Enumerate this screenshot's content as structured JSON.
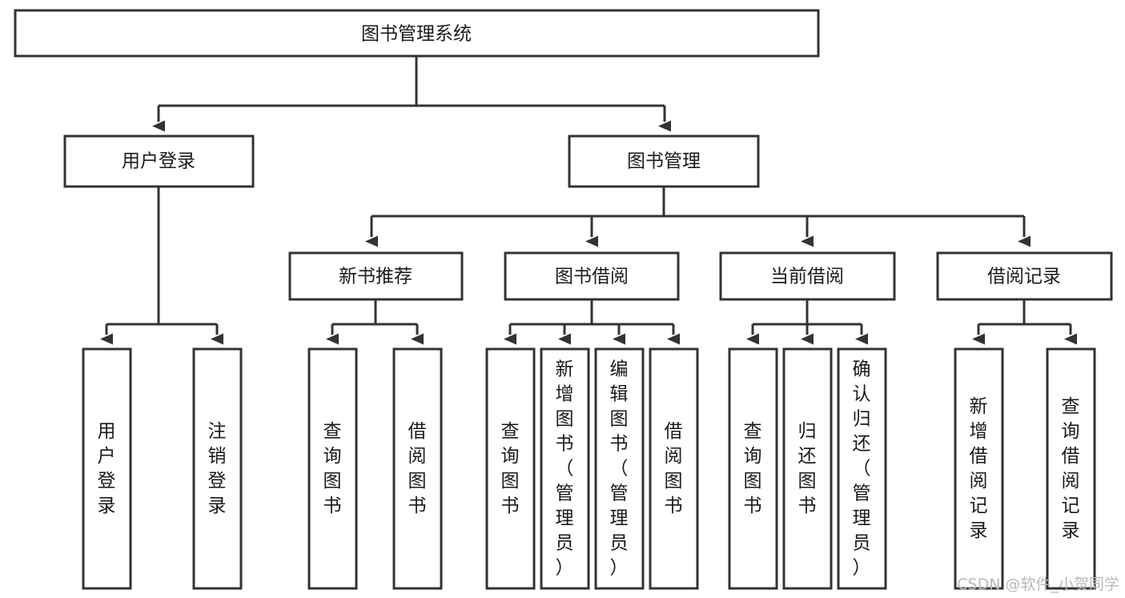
{
  "diagram": {
    "title": "图书管理系统",
    "type": "tree-hierarchy-chart",
    "orientation": "top-down",
    "colors": {
      "box_fill": "#ffffff",
      "box_stroke": "#333333",
      "connector": "#333333",
      "text": "#1a1a1a",
      "watermark": "#b9b9b9",
      "background": "#ffffff"
    },
    "root": {
      "label": "图书管理系统",
      "orientation": "horizontal"
    },
    "level2": [
      {
        "label": "用户登录",
        "orientation": "horizontal"
      },
      {
        "label": "图书管理",
        "orientation": "horizontal"
      }
    ],
    "level3": [
      {
        "label": "新书推荐",
        "orientation": "horizontal"
      },
      {
        "label": "图书借阅",
        "orientation": "horizontal"
      },
      {
        "label": "当前借阅",
        "orientation": "horizontal"
      },
      {
        "label": "借阅记录",
        "orientation": "horizontal"
      }
    ],
    "leaves": {
      "user_login": [
        {
          "label": "用户登录",
          "orientation": "vertical"
        },
        {
          "label": "注销登录",
          "orientation": "vertical"
        }
      ],
      "new_book_recommend": [
        {
          "label": "查询图书",
          "orientation": "vertical"
        },
        {
          "label": "借阅图书",
          "orientation": "vertical"
        }
      ],
      "book_borrow": [
        {
          "label": "查询图书",
          "orientation": "vertical"
        },
        {
          "label": "新增图书（管理员）",
          "orientation": "vertical"
        },
        {
          "label": "编辑图书（管理员）",
          "orientation": "vertical"
        },
        {
          "label": "借阅图书",
          "orientation": "vertical"
        }
      ],
      "current_borrow": [
        {
          "label": "查询图书",
          "orientation": "vertical"
        },
        {
          "label": "归还图书",
          "orientation": "vertical"
        },
        {
          "label": "确认归还（管理员）",
          "orientation": "vertical"
        }
      ],
      "borrow_record": [
        {
          "label": "新增借阅记录",
          "orientation": "vertical"
        },
        {
          "label": "查询借阅记录",
          "orientation": "vertical"
        }
      ]
    }
  },
  "watermark": {
    "text": "CSDN @软件_小贺同学"
  }
}
